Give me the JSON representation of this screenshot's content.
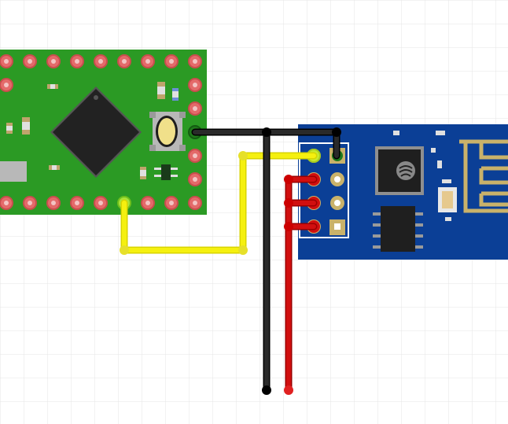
{
  "diagram": {
    "kind": "breadboard wiring view",
    "components": [
      {
        "id": "mcu",
        "name": "microcontroller-board",
        "color": "#2b9a24"
      },
      {
        "id": "wifi",
        "name": "wifi-module",
        "color": "#0b3f96"
      }
    ],
    "wires": [
      {
        "id": "tx",
        "color": "#f5f00f",
        "from": "mcu",
        "to": "wifi"
      },
      {
        "id": "gnd",
        "color": "#1a1a1a",
        "from": "mcu",
        "to": "wifi"
      },
      {
        "id": "vcc",
        "color": "#d10f0f",
        "from": "rail",
        "to": "wifi"
      }
    ],
    "colors": {
      "grid": "#e6e6e6",
      "pad": "#e46a6a",
      "pad_ring": "#d85050",
      "chip": "#222222",
      "antenna": "#c9b26a"
    }
  }
}
